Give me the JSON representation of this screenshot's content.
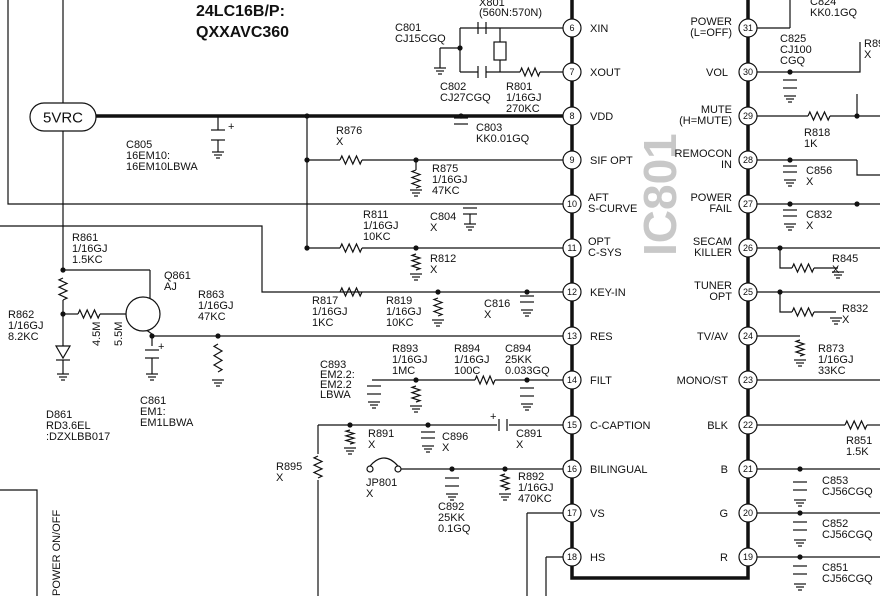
{
  "header": {
    "line1": "24LC16B/P:",
    "line2": "QXXAVC360"
  },
  "ic_label": "IC801",
  "supply_label": "5VRC",
  "left_pins": [
    {
      "num": "6",
      "name": "XIN"
    },
    {
      "num": "7",
      "name": "XOUT"
    },
    {
      "num": "8",
      "name": "VDD"
    },
    {
      "num": "9",
      "name": "SIF OPT"
    },
    {
      "num": "10",
      "name": "AFT",
      "name2": "S-CURVE"
    },
    {
      "num": "11",
      "name": "OPT",
      "name2": "C-SYS"
    },
    {
      "num": "12",
      "name": "KEY-IN"
    },
    {
      "num": "13",
      "name": "RES"
    },
    {
      "num": "14",
      "name": "FILT"
    },
    {
      "num": "15",
      "name": "C-CAPTION"
    },
    {
      "num": "16",
      "name": "BILINGUAL"
    },
    {
      "num": "17",
      "name": "VS"
    },
    {
      "num": "18",
      "name": "HS"
    }
  ],
  "right_pins": [
    {
      "num": "31",
      "name": "POWER",
      "name2": "(L=OFF)"
    },
    {
      "num": "30",
      "name": "VOL"
    },
    {
      "num": "29",
      "name": "MUTE",
      "name2": "(H=MUTE)"
    },
    {
      "num": "28",
      "name": "REMOCON",
      "name2": "IN"
    },
    {
      "num": "27",
      "name": "POWER",
      "name2": "FAIL"
    },
    {
      "num": "26",
      "name": "SECAM",
      "name2": "KILLER"
    },
    {
      "num": "25",
      "name": "TUNER",
      "name2": "OPT"
    },
    {
      "num": "24",
      "name": "TV/AV"
    },
    {
      "num": "23",
      "name": "MONO/ST"
    },
    {
      "num": "22",
      "name": "BLK"
    },
    {
      "num": "21",
      "name": "B"
    },
    {
      "num": "20",
      "name": "G"
    },
    {
      "num": "19",
      "name": "R"
    }
  ],
  "components": {
    "x801": [
      "X801",
      "(560N:570N)"
    ],
    "c801": [
      "C801",
      "CJ15CGQ"
    ],
    "c802": [
      "C802",
      "CJ27CGQ"
    ],
    "r801": [
      "R801",
      "1/16GJ",
      "270KC"
    ],
    "c803": [
      "C803",
      "KK0.01GQ"
    ],
    "c805": [
      "C805",
      "16EM10:",
      "16EM10LBWA"
    ],
    "r876": [
      "R876",
      "X"
    ],
    "r875": [
      "R875",
      "1/16GJ",
      "47KC"
    ],
    "r811": [
      "R811",
      "1/16GJ",
      "10KC"
    ],
    "c804": [
      "C804",
      "X"
    ],
    "r812": [
      "R812",
      "X"
    ],
    "r861": [
      "R861",
      "1/16GJ",
      "1.5KC"
    ],
    "q861": [
      "Q861",
      "AJ"
    ],
    "r863": [
      "R863",
      "1/16GJ",
      "47KC"
    ],
    "r817": [
      "R817",
      "1/16GJ",
      "1KC"
    ],
    "r819": [
      "R819",
      "1/16GJ",
      "10KC"
    ],
    "c816": [
      "C816",
      "X"
    ],
    "r862": [
      "R862",
      "1/16GJ",
      "8.2KC"
    ],
    "v45": [
      "4.5M"
    ],
    "v55": [
      "5.5M"
    ],
    "c861": [
      "C861",
      "EM1:",
      "EM1LBWA"
    ],
    "d861": [
      "D861",
      "RD3.6EL",
      ":DZXLBB017"
    ],
    "c893": [
      "C893",
      "EM2.2:",
      "EM2.2",
      "LBWA"
    ],
    "r893": [
      "R893",
      "1/16GJ",
      "1MC"
    ],
    "r894": [
      "R894",
      "1/16GJ",
      "100C"
    ],
    "c894": [
      "C894",
      "25KK",
      "0.033GQ"
    ],
    "r891": [
      "R891",
      "X"
    ],
    "c896": [
      "C896",
      "X"
    ],
    "c891": [
      "C891",
      "X"
    ],
    "r895": [
      "R895",
      "X"
    ],
    "jp801": [
      "JP801",
      "X"
    ],
    "c892": [
      "C892",
      "25KK",
      "0.1GQ"
    ],
    "r892": [
      "R892",
      "1/16GJ",
      "470KC"
    ],
    "power_switch": [
      "POWER ON/OFF"
    ],
    "c824": [
      "C824",
      "KK0.1GQ"
    ],
    "c825": [
      "C825",
      "CJ100",
      "CGQ"
    ],
    "r89x": [
      "R89",
      "X"
    ],
    "r818": [
      "R818",
      "1K"
    ],
    "c856": [
      "C856",
      "X"
    ],
    "c832": [
      "C832",
      "X"
    ],
    "r845": [
      "R845",
      "X"
    ],
    "r832": [
      "R832",
      "X"
    ],
    "r873": [
      "R873",
      "1/16GJ",
      "33KC"
    ],
    "r851": [
      "R851",
      "1.5K"
    ],
    "c853": [
      "C853",
      "CJ56CGQ"
    ],
    "c852": [
      "C852",
      "CJ56CGQ"
    ],
    "c851": [
      "C851",
      "CJ56CGQ"
    ]
  }
}
